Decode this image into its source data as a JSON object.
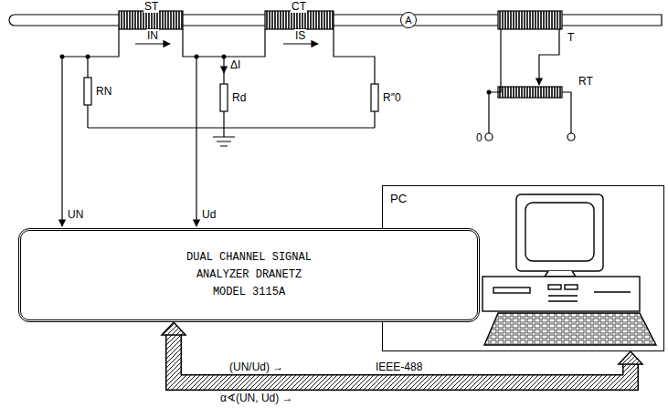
{
  "diagram": {
    "nodes": [
      {
        "text": [
          "A"
        ]
      },
      {
        "text": [
          "DUAL CHANNEL SIGNAL ANALYZER DRANETZ MODEL 3115A"
        ]
      },
      {
        "text": [
          "PC"
        ]
      }
    ],
    "edges": [
      {
        "from": 1,
        "to": 2,
        "arrow": "both",
        "label": "IEEE-488"
      }
    ],
    "labels": [
      "ST",
      "CT",
      "IN",
      "IS",
      "T",
      "RT",
      "0",
      "RN",
      "ΔI",
      "Rd",
      "R″0",
      "UN",
      "Ud",
      "(UN/Ud) →",
      "α∢(UN, Ud) →"
    ]
  }
}
